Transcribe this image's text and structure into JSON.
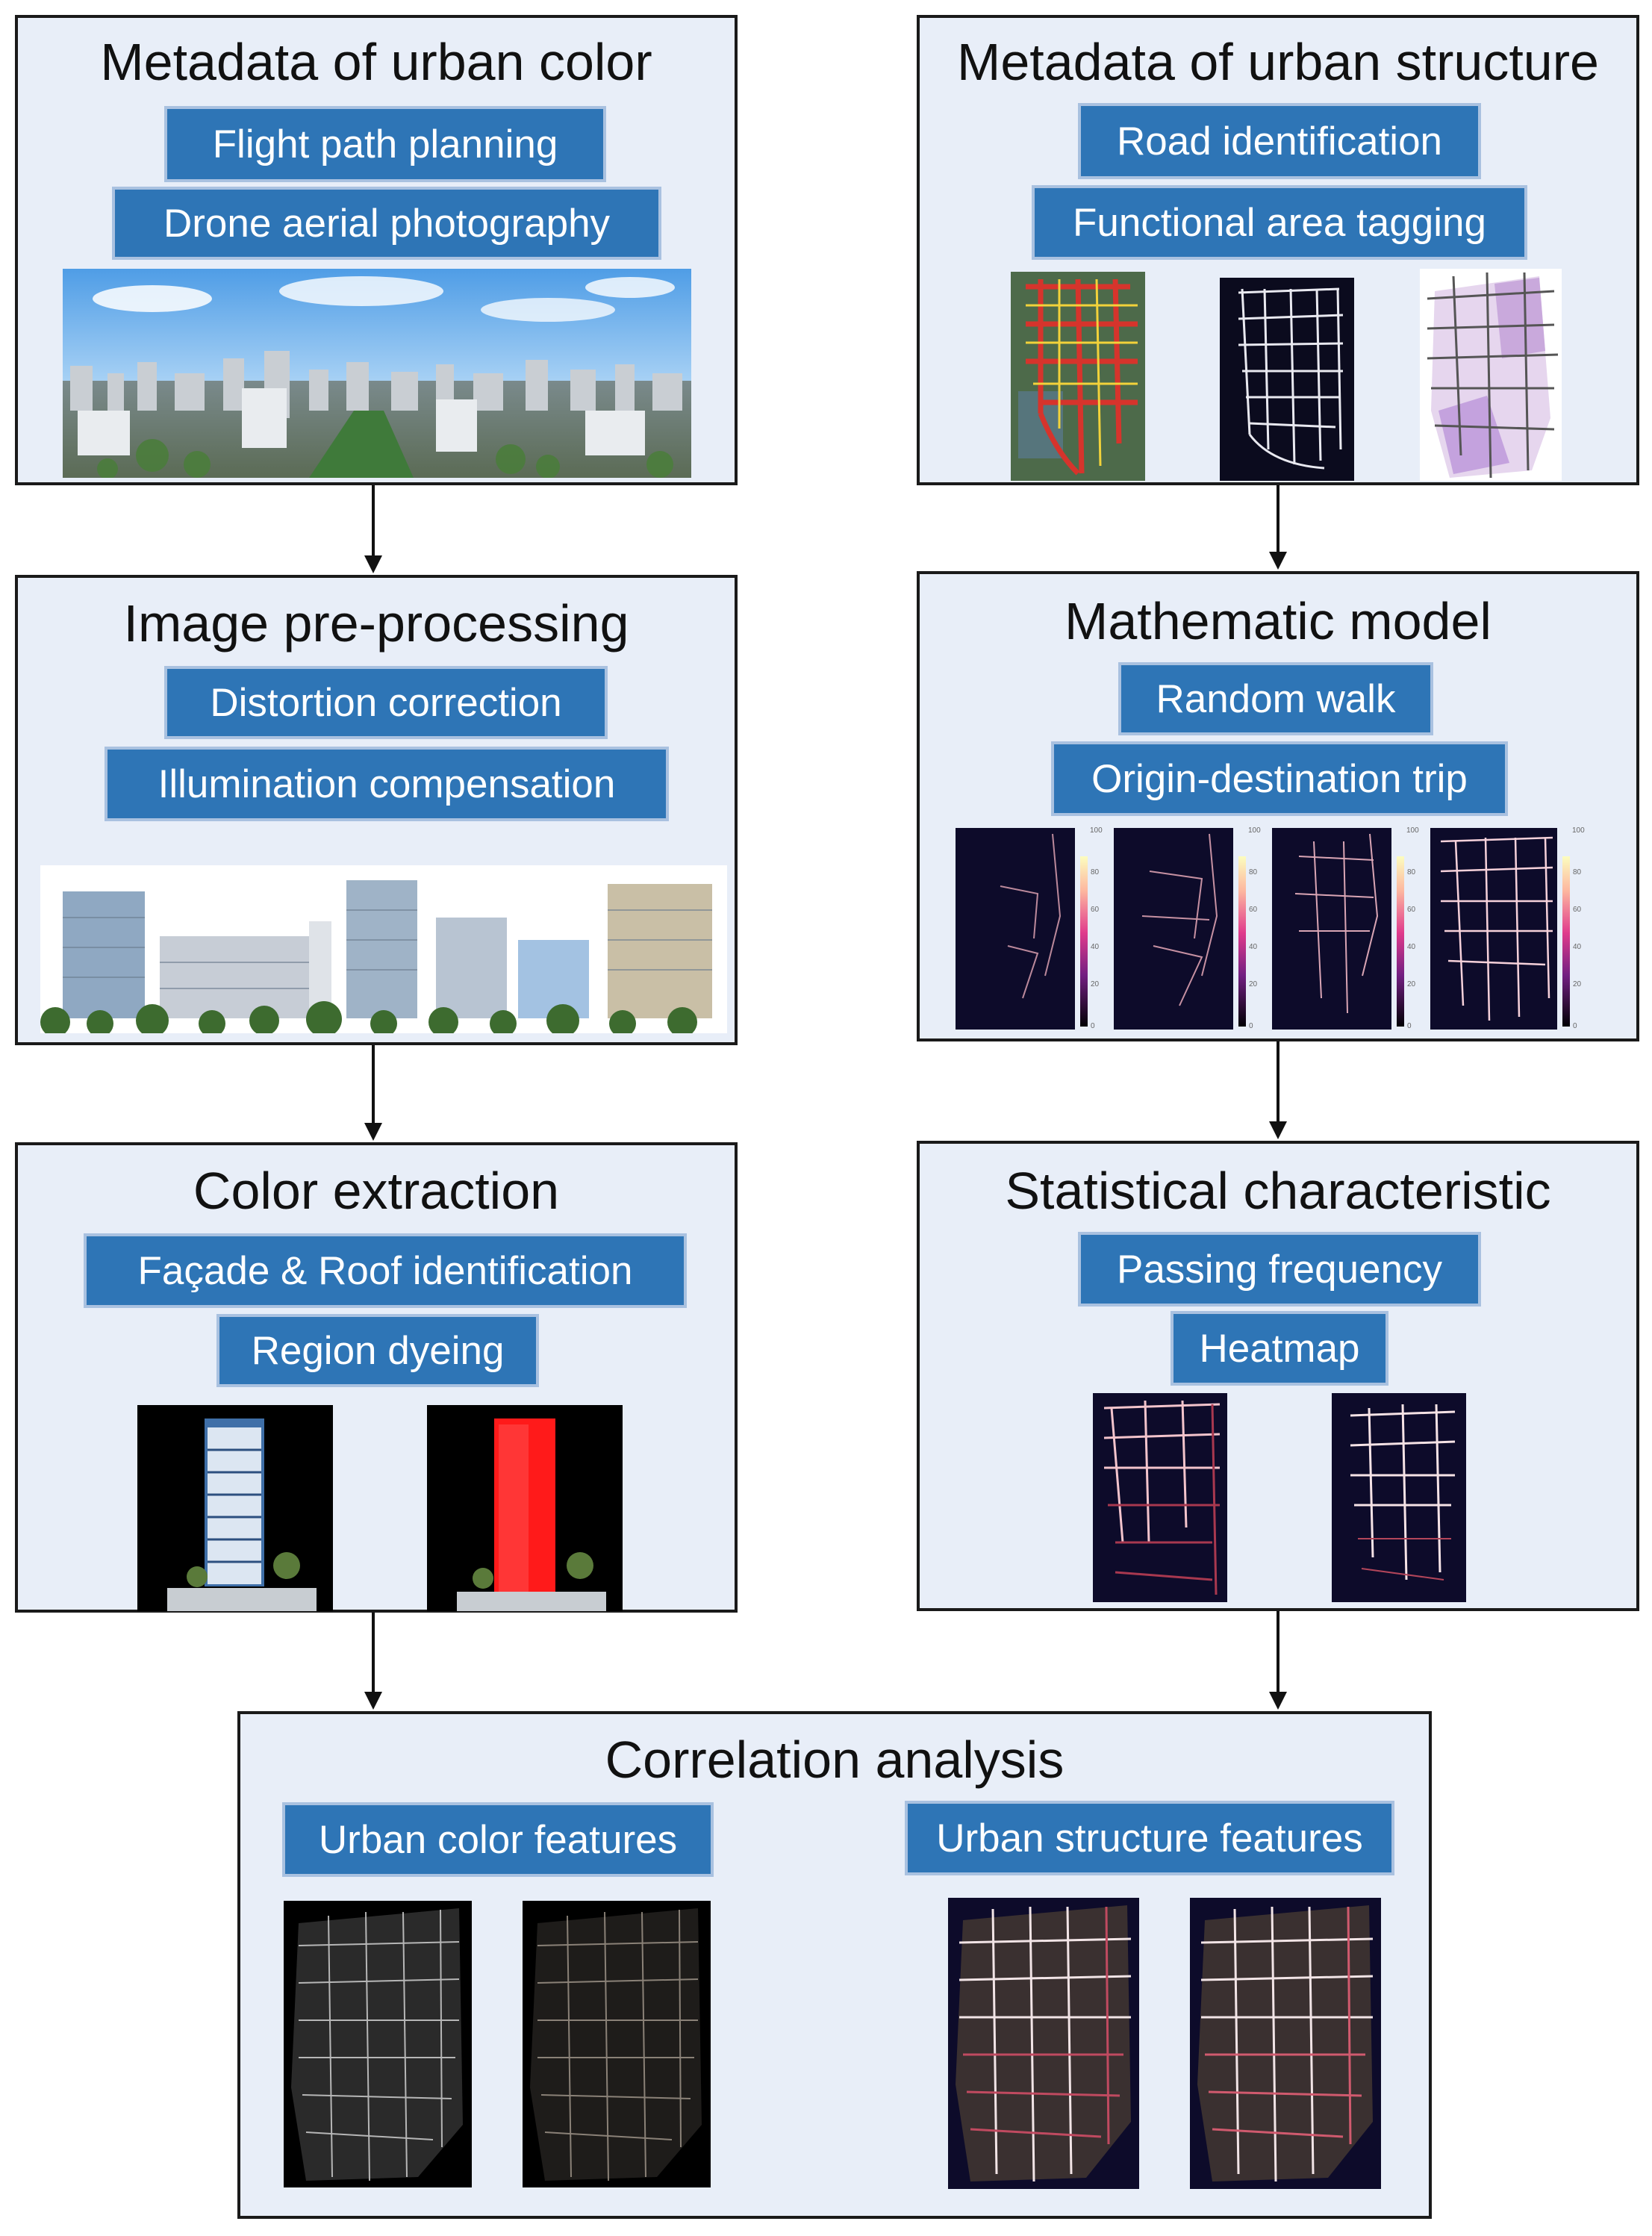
{
  "left": {
    "metadata": {
      "title": "Metadata of urban color",
      "tags": [
        "Flight path planning",
        "Drone aerial photography"
      ]
    },
    "preprocessing": {
      "title": "Image pre-processing",
      "tags": [
        "Distortion correction",
        "Illumination compensation"
      ]
    },
    "extraction": {
      "title": "Color extraction",
      "tags": [
        "Façade & Roof identification",
        "Region dyeing"
      ]
    }
  },
  "right": {
    "metadata": {
      "title": "Metadata of urban structure",
      "tags": [
        "Road identification",
        "Functional area tagging"
      ]
    },
    "model": {
      "title": "Mathematic model",
      "tags": [
        "Random walk",
        "Origin-destination trip"
      ]
    },
    "statistics": {
      "title": "Statistical characteristic",
      "tags": [
        "Passing frequency",
        "Heatmap"
      ]
    }
  },
  "bottom": {
    "title": "Correlation analysis",
    "tags": [
      "Urban color features",
      "Urban structure features"
    ]
  },
  "colorbar": {
    "ticks": [
      "100",
      "80",
      "60",
      "40",
      "20",
      "0"
    ]
  },
  "colors": {
    "panel_bg": "#e8eef8",
    "tag_bg": "#2e75b6",
    "tag_border": "#a9c1e0",
    "border": "#1a1a1a",
    "map_bg": "#0d0b2a",
    "dye_red": "#ff1a1a"
  }
}
